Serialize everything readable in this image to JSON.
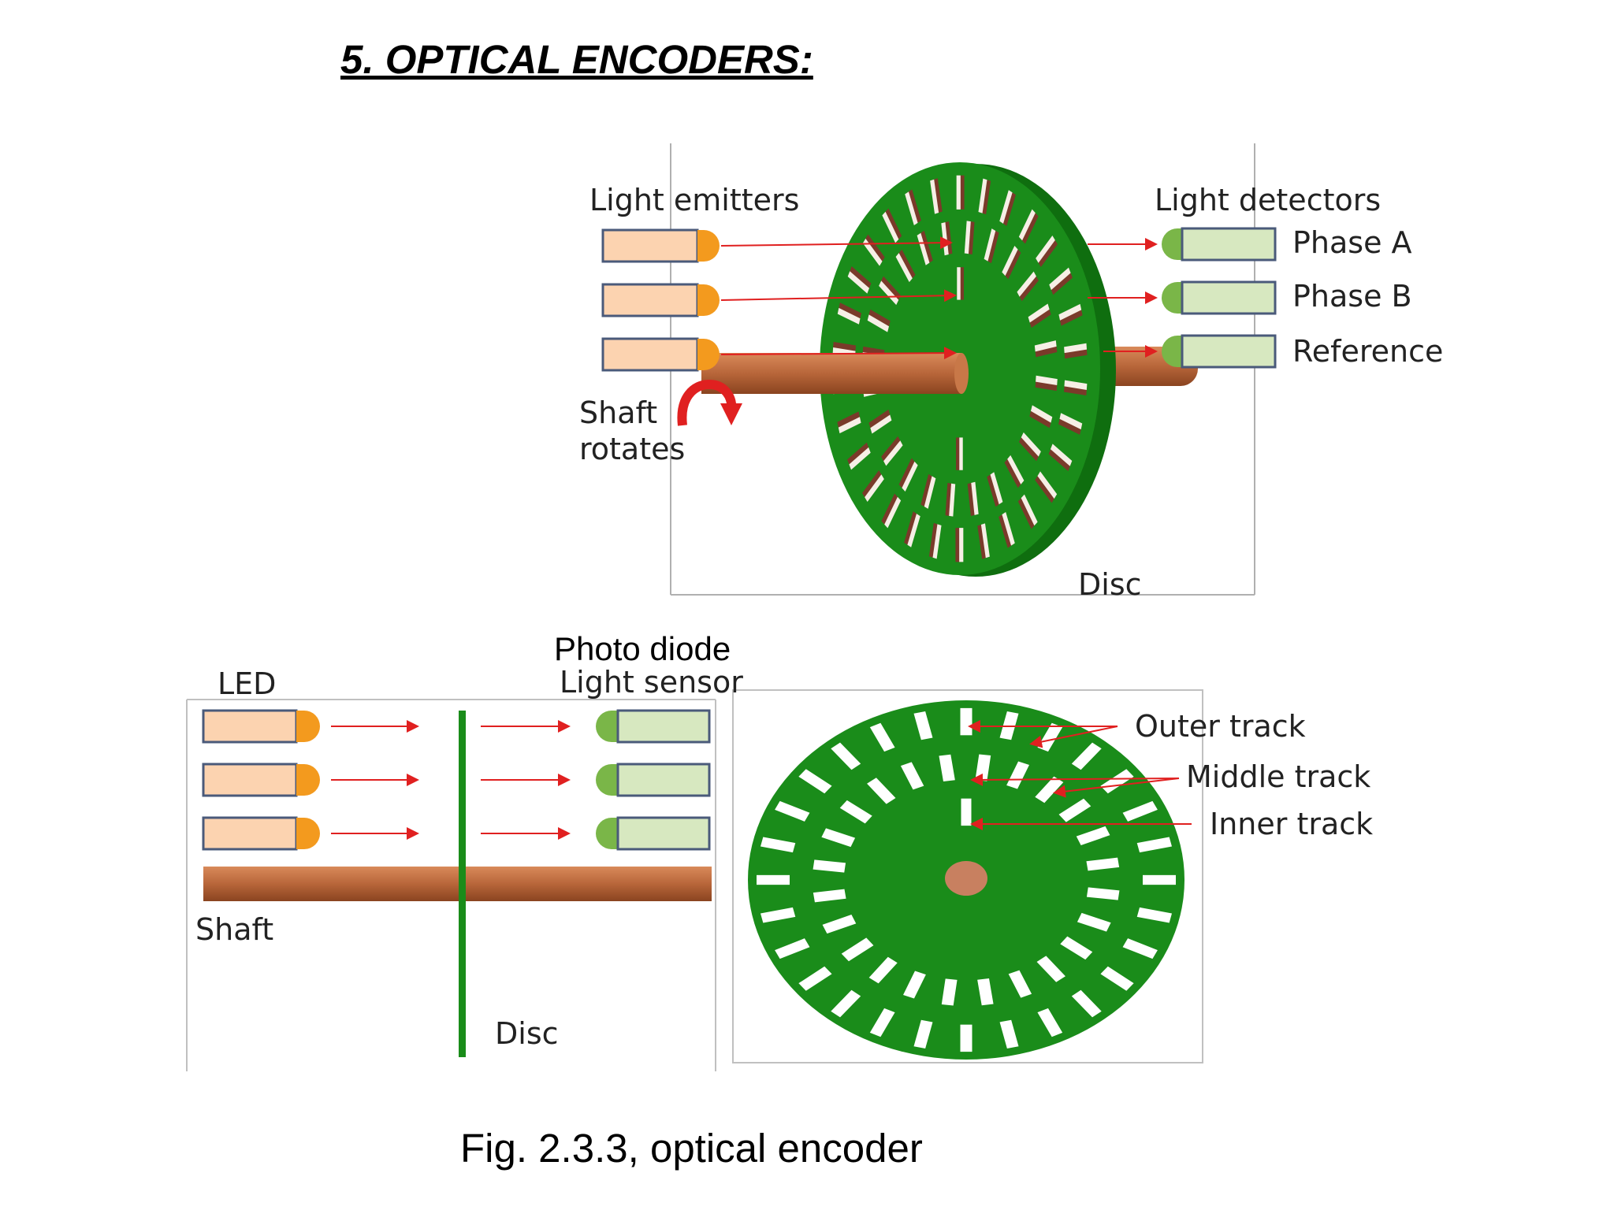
{
  "heading": "5. OPTICAL ENCODERS:",
  "top_diagram": {
    "emitters_label": "Light emitters",
    "detectors_label": "Light detectors",
    "phase_a": "Phase A",
    "phase_b": "Phase B",
    "reference": "Reference",
    "shaft_label_1": "Shaft",
    "shaft_label_2": "rotates",
    "disc_label": "Disc"
  },
  "bottom_left": {
    "photo_diode": "Photo diode",
    "light_sensor": "Light sensor",
    "led": "LED",
    "shaft": "Shaft",
    "disc": "Disc"
  },
  "bottom_right": {
    "outer_track": "Outer track",
    "middle_track": "Middle track",
    "inner_track": "Inner track"
  },
  "caption": "Fig. 2.3.3, optical encoder",
  "colors": {
    "disc_green": "#1a8c1a",
    "shaft_copper": "#b8663a",
    "emitter_body": "#fcd3b0",
    "emitter_tip": "#f39a1e",
    "detector_body": "#d7e8c0",
    "detector_tip": "#7ab648",
    "beam_red": "#e02020"
  }
}
